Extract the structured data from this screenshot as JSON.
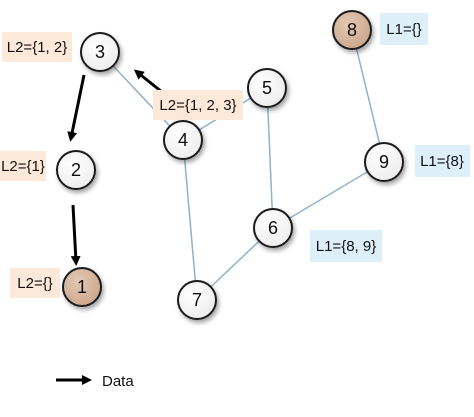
{
  "nodes": [
    {
      "id": "1",
      "label": "1",
      "fill": "#d8b9a2"
    },
    {
      "id": "2",
      "label": "2",
      "fill": "#ffffff"
    },
    {
      "id": "3",
      "label": "3",
      "fill": "#ffffff"
    },
    {
      "id": "4",
      "label": "4",
      "fill": "#ffffff"
    },
    {
      "id": "5",
      "label": "5",
      "fill": "#ffffff"
    },
    {
      "id": "6",
      "label": "6",
      "fill": "#ffffff"
    },
    {
      "id": "7",
      "label": "7",
      "fill": "#ffffff"
    },
    {
      "id": "8",
      "label": "8",
      "fill": "#d8b9a2"
    },
    {
      "id": "9",
      "label": "9",
      "fill": "#ffffff"
    }
  ],
  "set_labels": [
    {
      "id": "l2-3",
      "text": "L2={1, 2}",
      "bg": "#fde9d9"
    },
    {
      "id": "l2-2",
      "text": "L2={1}",
      "bg": "#fde9d9"
    },
    {
      "id": "l2-1",
      "text": "L2={}",
      "bg": "#fde9d9"
    },
    {
      "id": "l2-4",
      "text": "L2={1, 2, 3}",
      "bg": "#fde9d9"
    },
    {
      "id": "l1-8",
      "text": "L1={}",
      "bg": "#ddeff8"
    },
    {
      "id": "l1-9",
      "text": "L1={8}",
      "bg": "#ddeff8"
    },
    {
      "id": "l1-6",
      "text": "L1={8, 9}",
      "bg": "#ddeff8"
    }
  ],
  "legend": {
    "label": "Data"
  },
  "colors": {
    "edge": "#8fb2c9",
    "arrow": "#000000",
    "node_stroke": "#1a1a1a"
  }
}
